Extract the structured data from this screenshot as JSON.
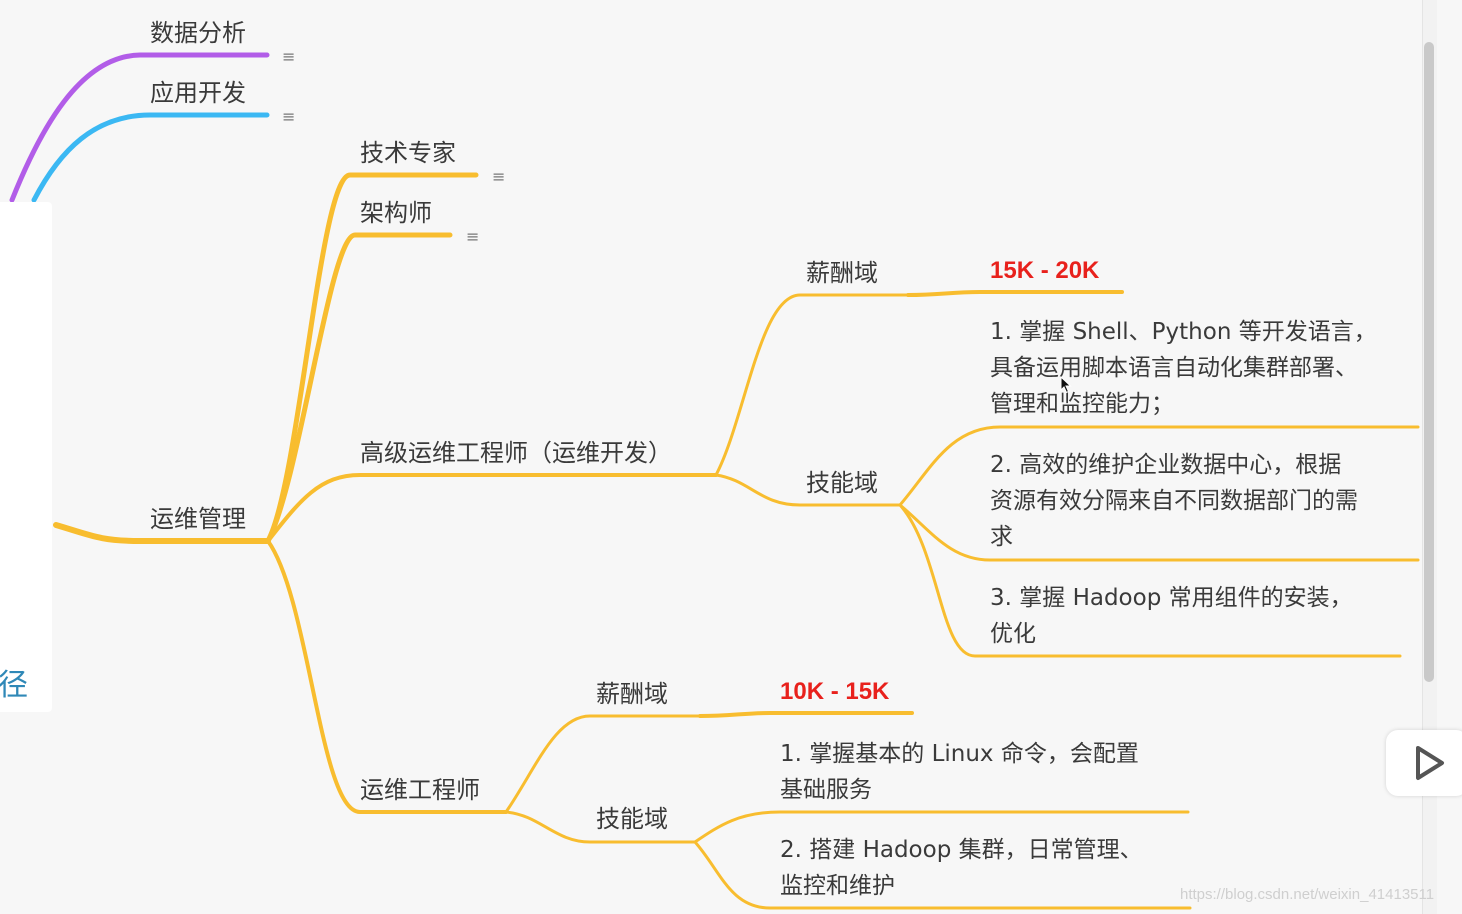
{
  "mindmap": {
    "left_stub_text": "径",
    "branches": [
      {
        "label": "数据分析",
        "collapsed": true,
        "color": "#b25de8"
      },
      {
        "label": "应用开发",
        "collapsed": true,
        "color": "#3bb8f3"
      }
    ],
    "ops": {
      "label": "运维管理",
      "color": "#f8bd2f",
      "children": [
        {
          "label": "技术专家",
          "collapsed": true
        },
        {
          "label": "架构师",
          "collapsed": true
        },
        {
          "label": "高级运维工程师（运维开发）",
          "salary_label": "薪酬域",
          "salary": "15K - 20K",
          "skill_label": "技能域",
          "skills": [
            [
              "1. 掌握 Shell、Python 等开发语言，",
              "具备运用脚本语言自动化集群部署、",
              "管理和监控能力；"
            ],
            [
              "2. 高效的维护企业数据中心，根据",
              "资源有效分隔来自不同数据部门的需",
              "求"
            ],
            [
              "3. 掌握 Hadoop 常用组件的安装，",
              "优化"
            ]
          ]
        },
        {
          "label": "运维工程师",
          "salary_label": "薪酬域",
          "salary": "10K - 15K",
          "skill_label": "技能域",
          "skills": [
            [
              "1. 掌握基本的 Linux 命令，会配置",
              "基础服务"
            ],
            [
              "2. 搭建 Hadoop 集群，日常管理、",
              "监控和维护"
            ]
          ]
        }
      ]
    }
  },
  "watermark": "https://blog.csdn.net/weixin_41413511"
}
